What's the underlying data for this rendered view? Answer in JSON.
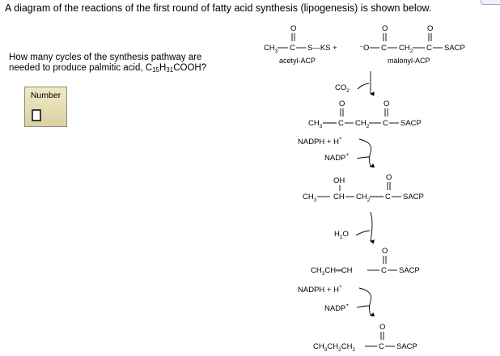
{
  "prompt": "A diagram of the reactions of the first round of fatty acid synthesis (lipogenesis) is shown below.",
  "question": {
    "line1": "How many cycles of the synthesis pathway are",
    "line2_prefix": "needed to produce palmitic acid, C",
    "sub1": "15",
    "mid": "H",
    "sub2": "31",
    "suffix": "COOH?"
  },
  "answer": {
    "label": "Number",
    "value": ""
  },
  "scheme": {
    "acetyl_ch3": "CH",
    "sub3": "3",
    "acetyl_rest": "S—KS  +",
    "acetyl_name": "acetyl-ACP",
    "malonyl_o": "⁻O",
    "malonyl_ch2": "CH",
    "sub2": "2",
    "sacp": "SACP",
    "malonyl_name": "malonyl-ACP",
    "co2": "CO",
    "acetoacetyl_ch3": "CH",
    "nadph": "NADPH + H",
    "plus": "+",
    "nadp": "NADP",
    "oh": "OH",
    "hydroxy_ch3": "CH",
    "ch": "CH",
    "h2o_h": "H",
    "h2o_o": "O",
    "enoyl": "CH",
    "enoyl_rest": "CH═CH",
    "butyryl": "CH",
    "butyryl_mid": "CH",
    "butyryl_end": "CH",
    "o_atom": "O",
    "c_atom": "C"
  }
}
